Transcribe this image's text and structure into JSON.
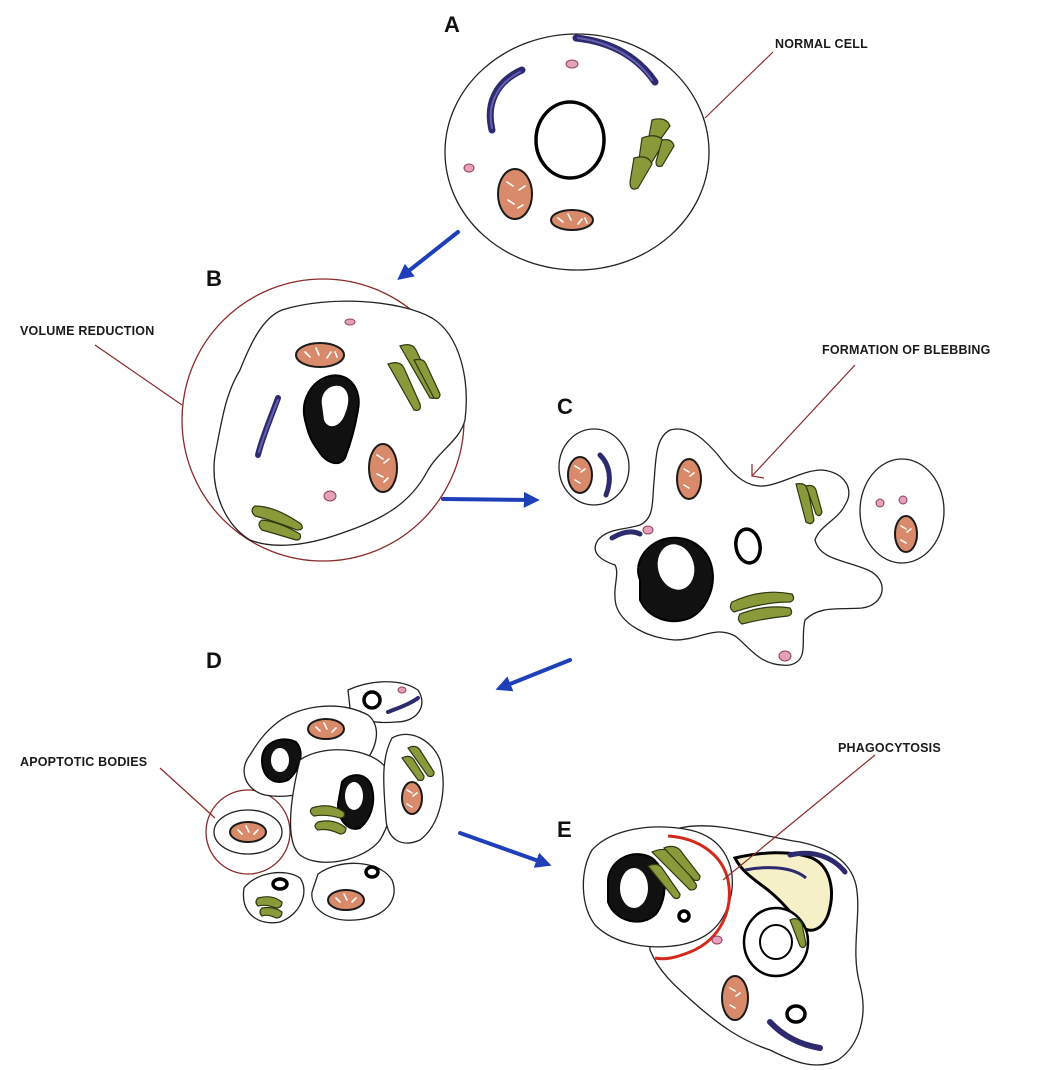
{
  "stages": {
    "a": "A",
    "b": "B",
    "c": "C",
    "d": "D",
    "e": "E"
  },
  "callouts": {
    "normal_cell": "NORMAL CELL",
    "volume_reduction": "VOLUME REDUCTION",
    "formation_of_blebbing": "FORMATION OF BLEBBING",
    "apoptotic_bodies": "APOPTOTIC BODIES",
    "phagocytosis": "PHAGOCYTOSIS"
  },
  "colors": {
    "arrow": "#1f3fb8",
    "leader_line": "#8b2a2a",
    "phagocyte_membrane": "#d42a1e",
    "mitochondrion": "#d98a6a",
    "golgi": "#8a9a3a",
    "er": "#3d3890",
    "vesicle": "#e7a0bc",
    "phagosome": "#f5f0c8"
  }
}
